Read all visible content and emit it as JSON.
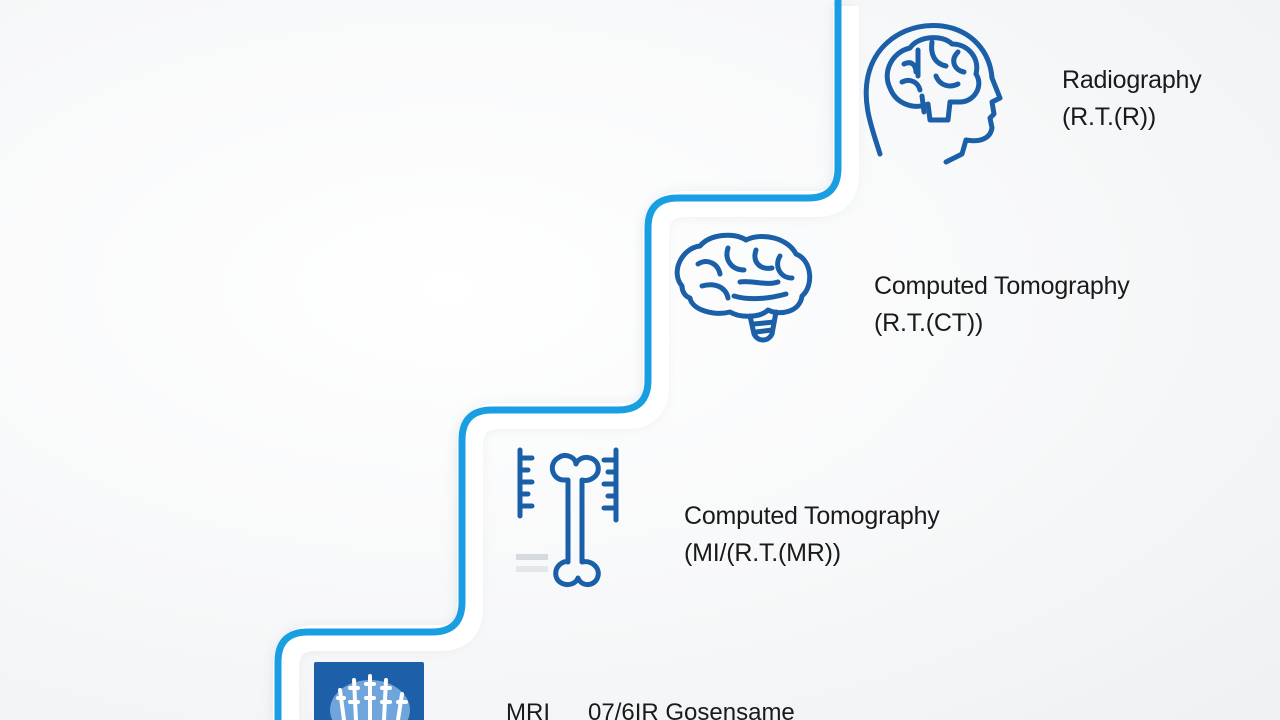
{
  "steps": [
    {
      "title": "Radiography",
      "subtitle": "(R.T.(R))",
      "icon": "head-brain-icon"
    },
    {
      "title": "Computed Tomography",
      "subtitle": "(R.T.(CT))",
      "icon": "brain-icon"
    },
    {
      "title": "Computed Tomography",
      "subtitle": "(MI/(R.T.(MR))",
      "icon": "bone-scale-icon"
    }
  ],
  "bottom": {
    "left": "MRI",
    "right": "07/6IR Gosensame",
    "icon": "hand-xray-icon"
  },
  "colors": {
    "accent": "#1a9ee2",
    "icon": "#1a5fa8",
    "badge": "#1d5fa8"
  }
}
